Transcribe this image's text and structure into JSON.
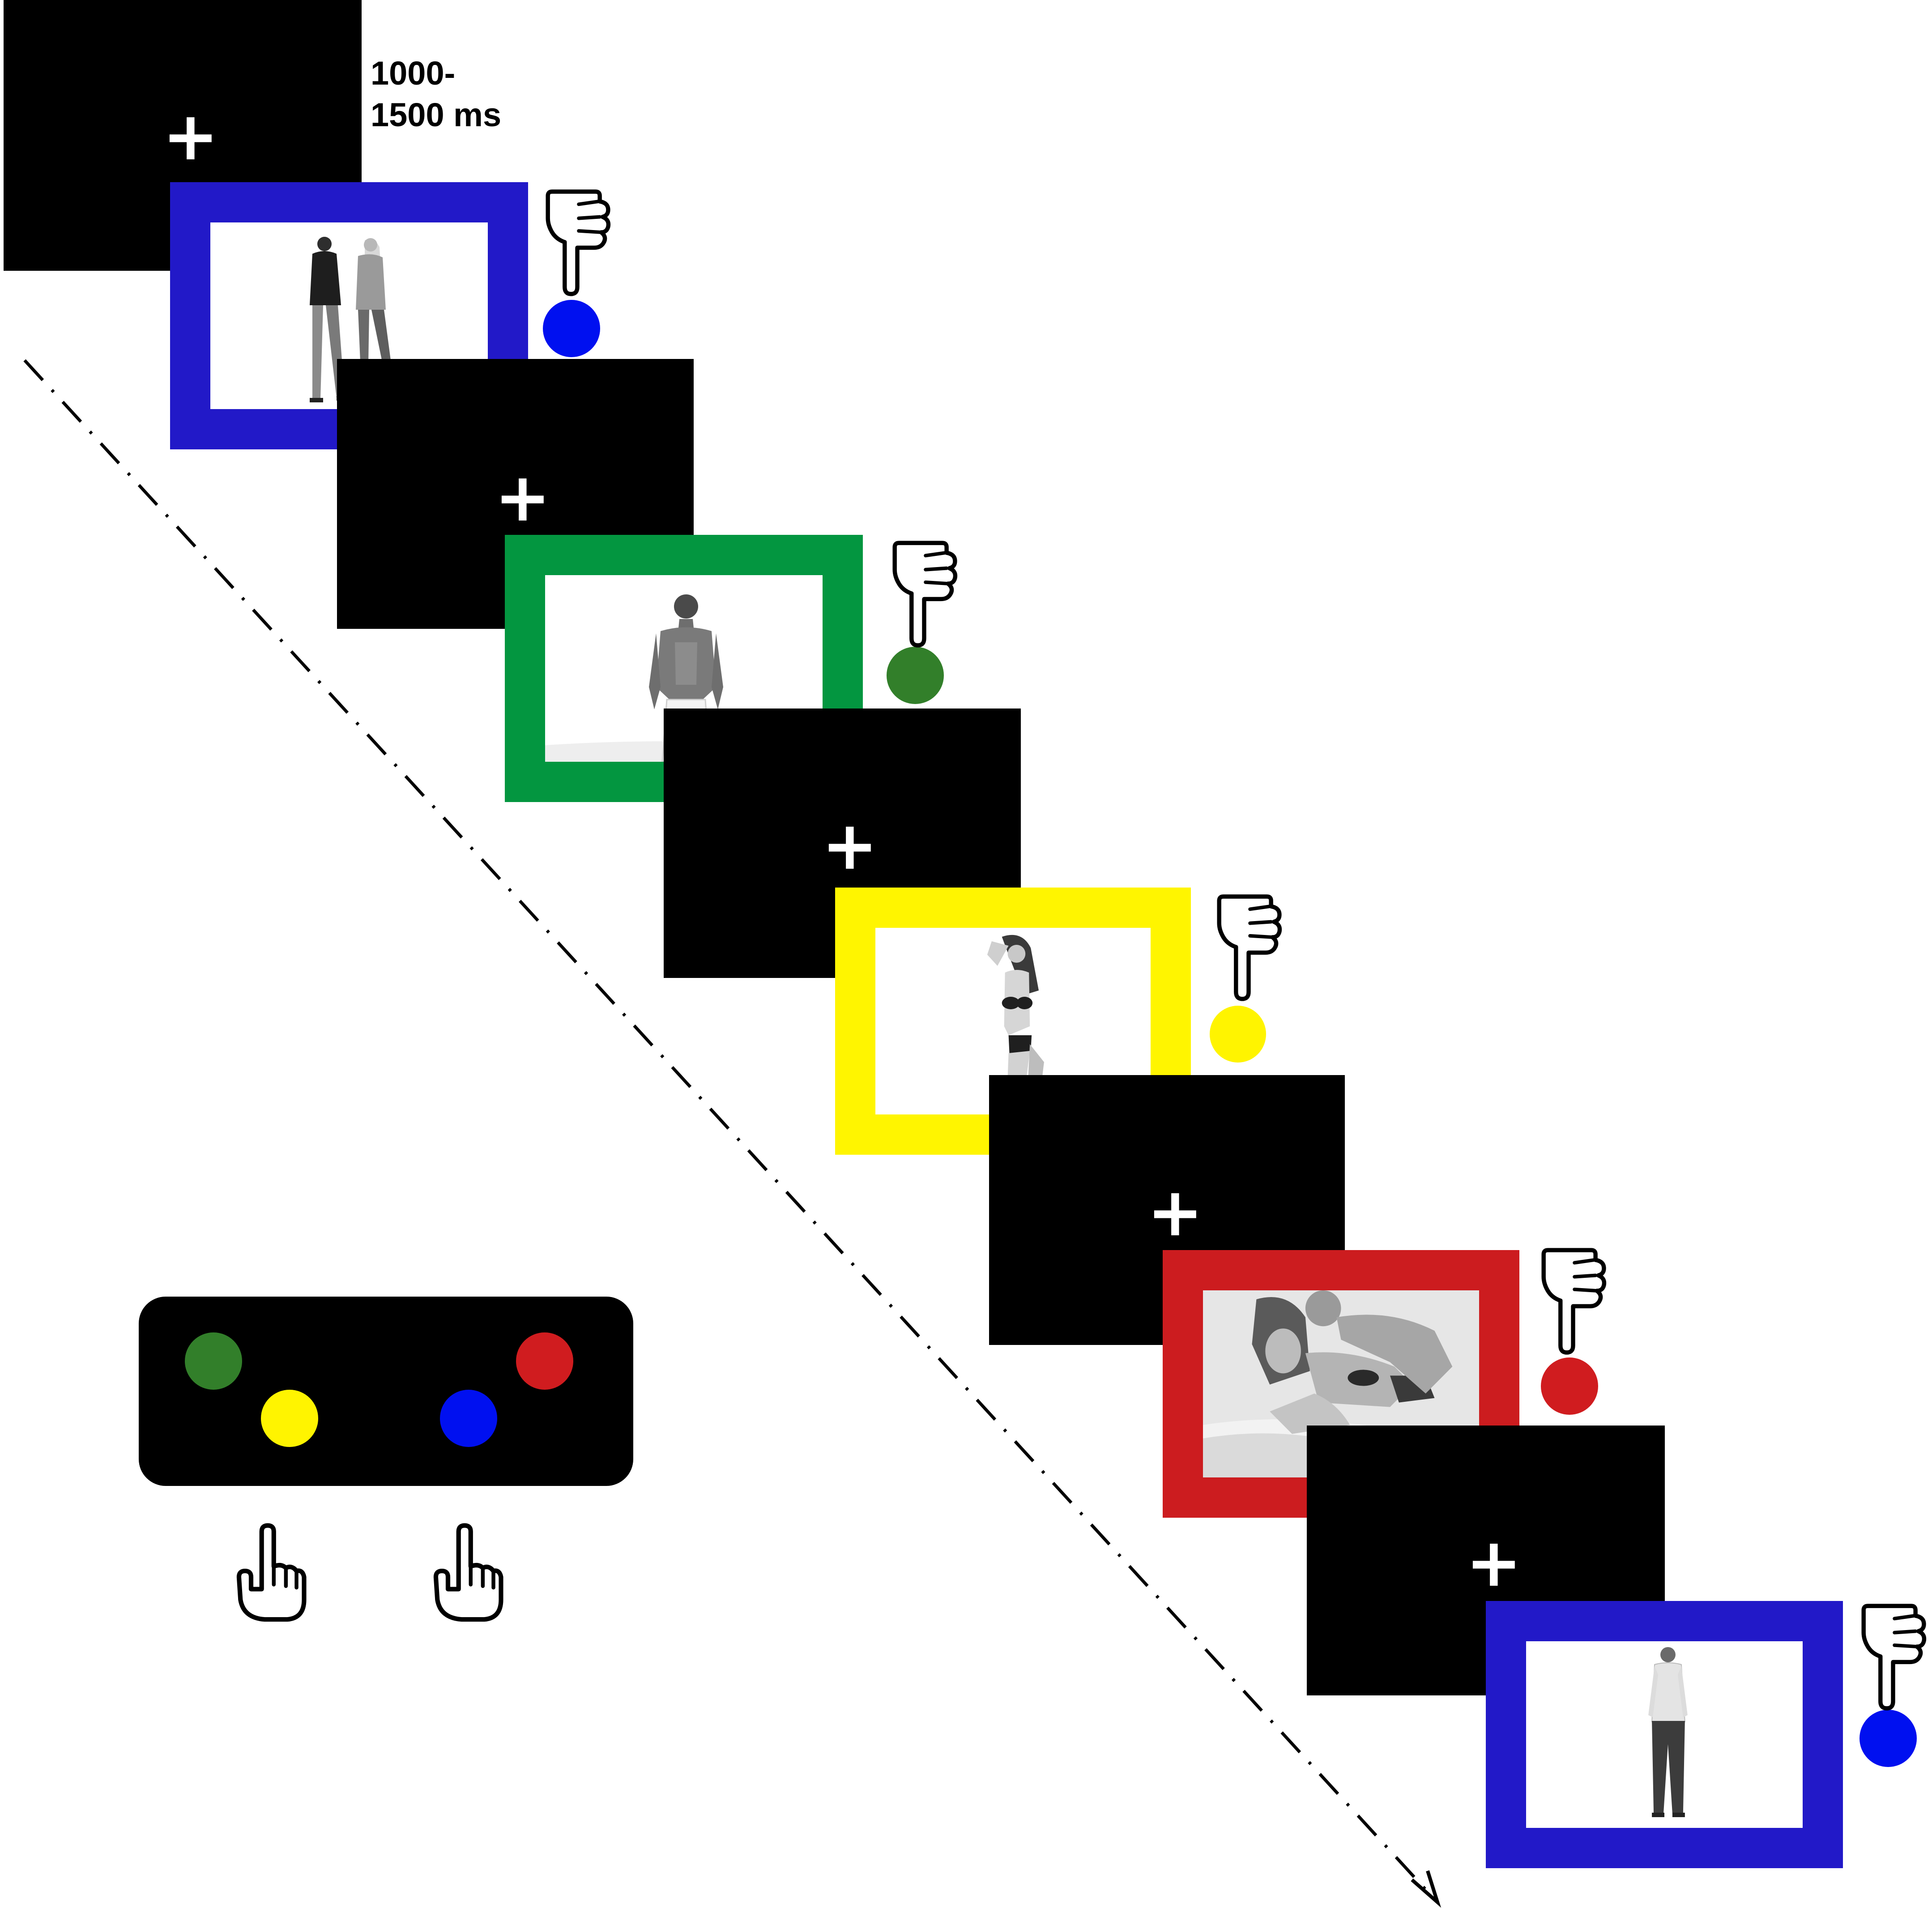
{
  "timing_label": "1000-\n1500 ms",
  "fixation_symbol": "+",
  "colors": {
    "blue_frame": "#2219c8",
    "green_frame": "#039640",
    "yellow_frame": "#fff500",
    "red_frame": "#cc1c1f",
    "blue_dot": "#0010f0",
    "green_dot": "#327f2a",
    "yellow_dot": "#fff400",
    "red_dot": "#d01c1f"
  },
  "trials": [
    {
      "frame_color": "#2219c8",
      "dot_color": "#0010f0",
      "photo": "couple-walking-photo"
    },
    {
      "frame_color": "#039640",
      "dot_color": "#327f2a",
      "photo": "shirtless-man-photo"
    },
    {
      "frame_color": "#fff500",
      "dot_color": "#fff400",
      "photo": "woman-lingerie-photo"
    },
    {
      "frame_color": "#cc1c1f",
      "dot_color": "#d01c1f",
      "photo": "embracing-couple-photo"
    },
    {
      "frame_color": "#2219c8",
      "dot_color": "#0010f0",
      "photo": "standing-man-photo"
    }
  ],
  "response_box": {
    "buttons": [
      {
        "color": "#327f2a",
        "name": "green"
      },
      {
        "color": "#fff400",
        "name": "yellow"
      },
      {
        "color": "#0010f0",
        "name": "blue"
      },
      {
        "color": "#d01c1f",
        "name": "red"
      }
    ]
  },
  "icons": [
    "pointing-down-hand-icon",
    "pointing-up-hand-icon",
    "time-arrow"
  ]
}
